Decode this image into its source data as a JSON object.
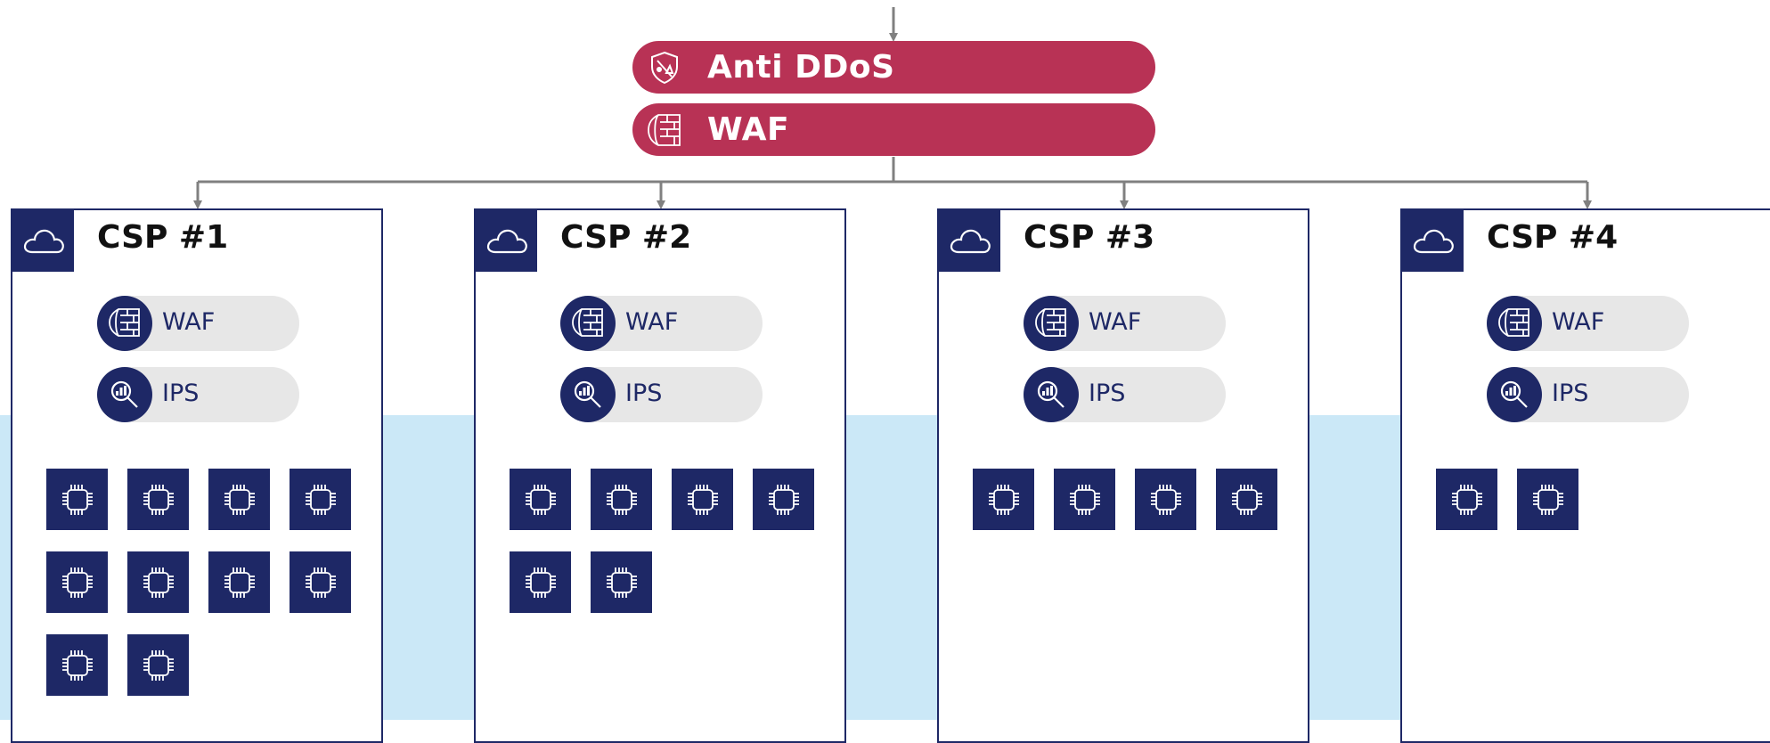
{
  "top_services": [
    {
      "label": "Anti DDoS",
      "icon": "shield-icon"
    },
    {
      "label": "WAF",
      "icon": "firewall-icon"
    }
  ],
  "csps": [
    {
      "title": "CSP #1",
      "services": [
        {
          "label": "WAF",
          "icon": "firewall-icon"
        },
        {
          "label": "IPS",
          "icon": "search-chart-icon"
        }
      ],
      "chip_count": 10
    },
    {
      "title": "CSP #2",
      "services": [
        {
          "label": "WAF",
          "icon": "firewall-icon"
        },
        {
          "label": "IPS",
          "icon": "search-chart-icon"
        }
      ],
      "chip_count": 6
    },
    {
      "title": "CSP #3",
      "services": [
        {
          "label": "WAF",
          "icon": "firewall-icon"
        },
        {
          "label": "IPS",
          "icon": "search-chart-icon"
        }
      ],
      "chip_count": 4
    },
    {
      "title": "CSP #4",
      "services": [
        {
          "label": "WAF",
          "icon": "firewall-icon"
        },
        {
          "label": "IPS",
          "icon": "search-chart-icon"
        }
      ],
      "chip_count": 2
    }
  ],
  "colors": {
    "accent": "#b83255",
    "navy": "#1e2866",
    "service_bg": "#e7e7e7",
    "band": "#cbe8f7",
    "connector": "#808080"
  }
}
